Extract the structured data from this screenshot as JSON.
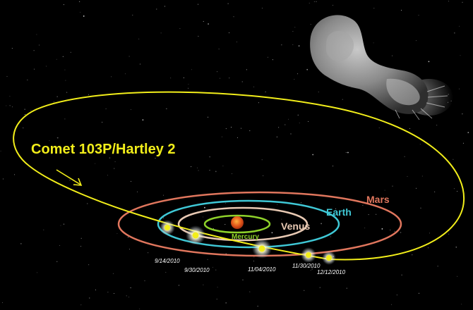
{
  "diagram": {
    "comet_label": "Comet 103P/Hartley 2",
    "orbit_labels": {
      "mars": "Mars",
      "earth": "Earth",
      "venus": "Venus",
      "mercury": "Mercury"
    },
    "dates": [
      "9/14/2010",
      "9/30/2010",
      "11/04/2010",
      "11/30/2010",
      "12/12/2010"
    ]
  },
  "colors": {
    "background": "#000000",
    "comet_orbit": "#f2ee1a",
    "mars": "#e0765d",
    "earth": "#3fc8d6",
    "venus": "#e8c9b3",
    "mercury": "#8ed12a",
    "sun": "#e2571b",
    "date_text": "#ffffff"
  },
  "icons": {
    "comet_nucleus": "comet-nucleus-photo",
    "sun": "sun-icon",
    "direction": "arrow-icon"
  }
}
